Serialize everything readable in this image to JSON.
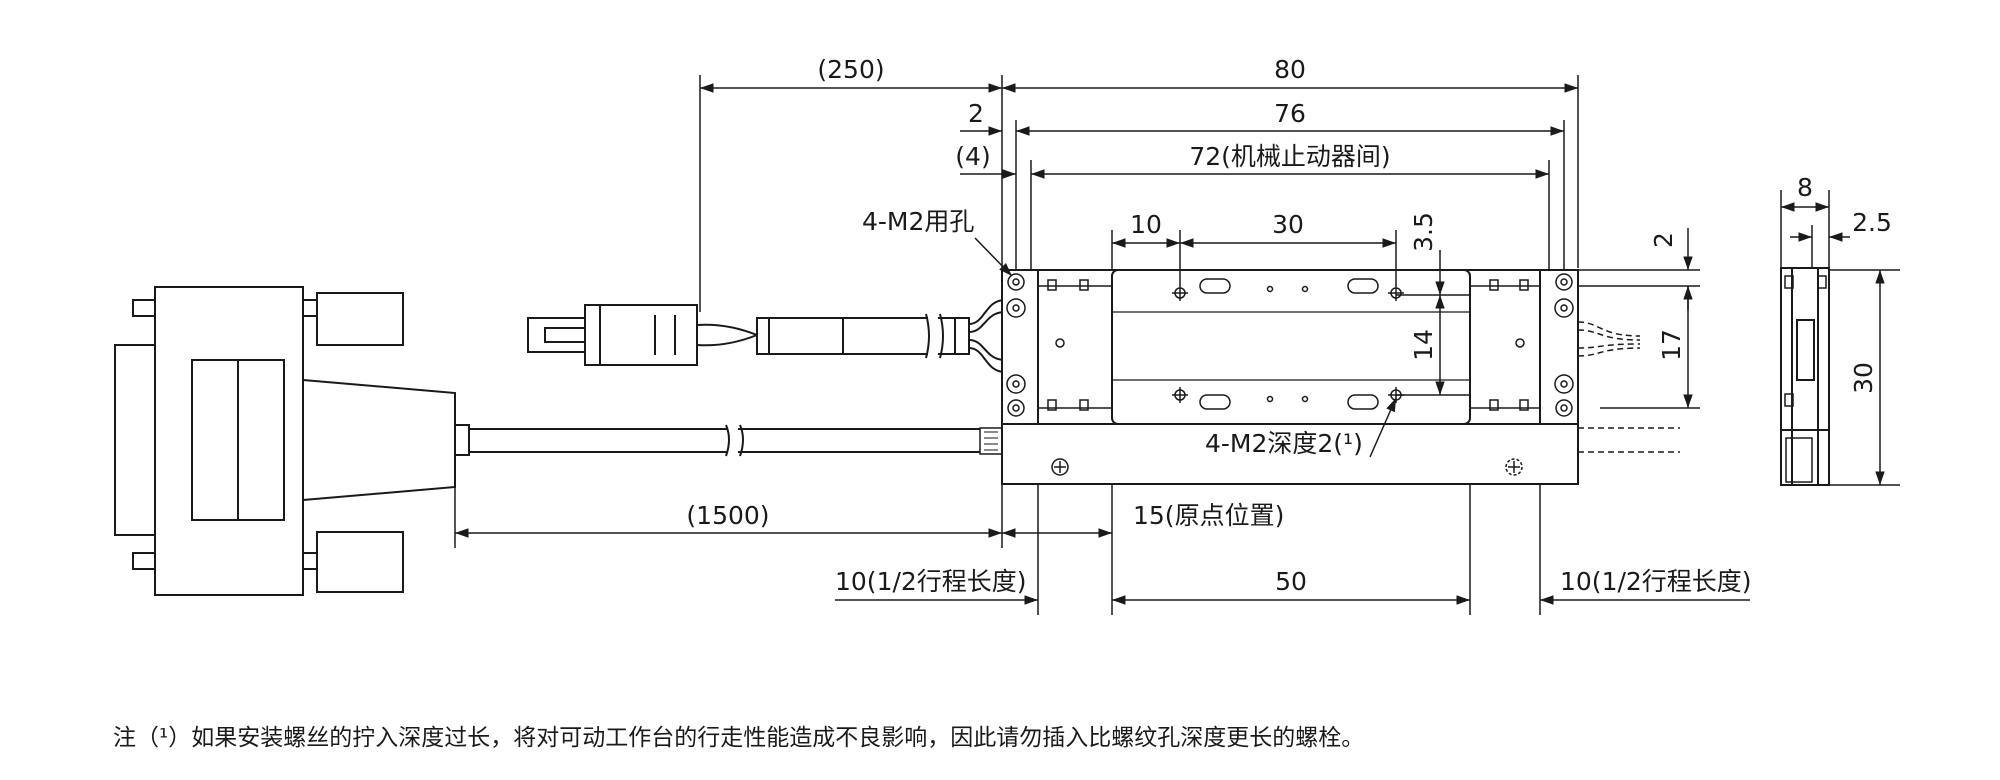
{
  "dimensions": {
    "d_250": "(250)",
    "d_80": "80",
    "d_2": "2",
    "d_76": "76",
    "d_4": "(4)",
    "d_72": "72(机械止动器间)",
    "d_10": "10",
    "d_30": "30",
    "d_35": "3.5",
    "d_14": "14",
    "d_17": "17",
    "d_2b": "2",
    "d_8": "8",
    "d_25": "2.5",
    "d_30s": "30",
    "d_1500": "(1500)",
    "d_15": "15(原点位置)",
    "d_10l": "10(1/2行程长度)",
    "d_50": "50",
    "d_10r": "10(1/2行程长度)"
  },
  "callouts": {
    "m2_holes": "4-M2用孔",
    "m2_depth": "4-M2深度2(¹)"
  },
  "note": "注（¹）如果安装螺丝的拧入深度过长，将对可动工作台的行走性能造成不良影响，因此请勿插入比螺纹孔深度更长的螺栓。"
}
